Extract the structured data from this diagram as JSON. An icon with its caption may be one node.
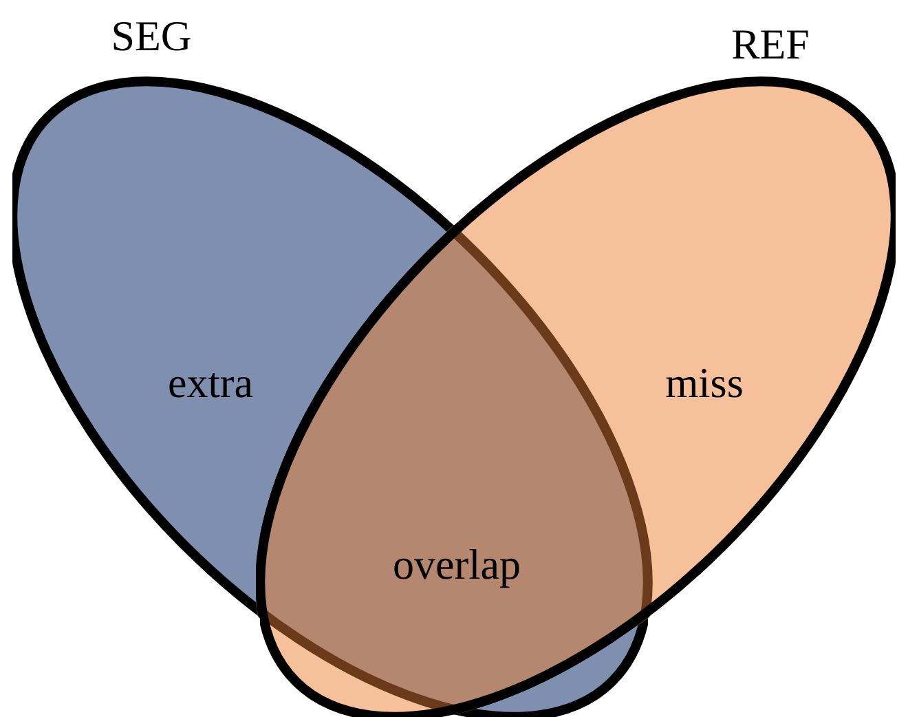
{
  "diagram": {
    "nodes": [
      {
        "text": [
          "SEG",
          "extra"
        ]
      },
      {
        "text": [
          "REF",
          "miss"
        ]
      },
      {
        "text": [
          "overlap"
        ]
      }
    ]
  }
}
